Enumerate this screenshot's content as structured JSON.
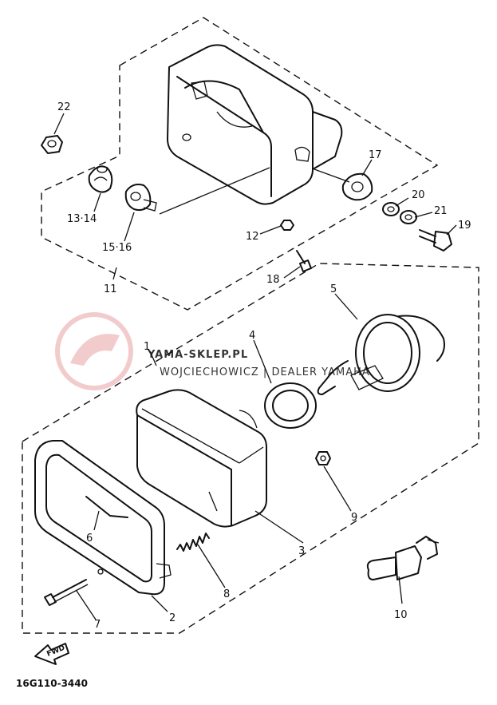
{
  "watermark": {
    "name": "YAMA-SKLEP.PL",
    "subtitle": "WOJCIECHOWICZ | DEALER YAMAHA"
  },
  "diagram_code": "16G110-3440",
  "forward_label": "FWD",
  "callouts": {
    "c1": "1",
    "c2": "2",
    "c3": "3",
    "c4": "4",
    "c5": "5",
    "c6": "6",
    "c7": "7",
    "c8": "8",
    "c9": "9",
    "c10": "10",
    "c11": "11",
    "c12": "12",
    "c1314": "13·14",
    "c1516": "15·16",
    "c17": "17",
    "c18": "18",
    "c19": "19",
    "c20": "20",
    "c21": "21",
    "c22": "22"
  }
}
